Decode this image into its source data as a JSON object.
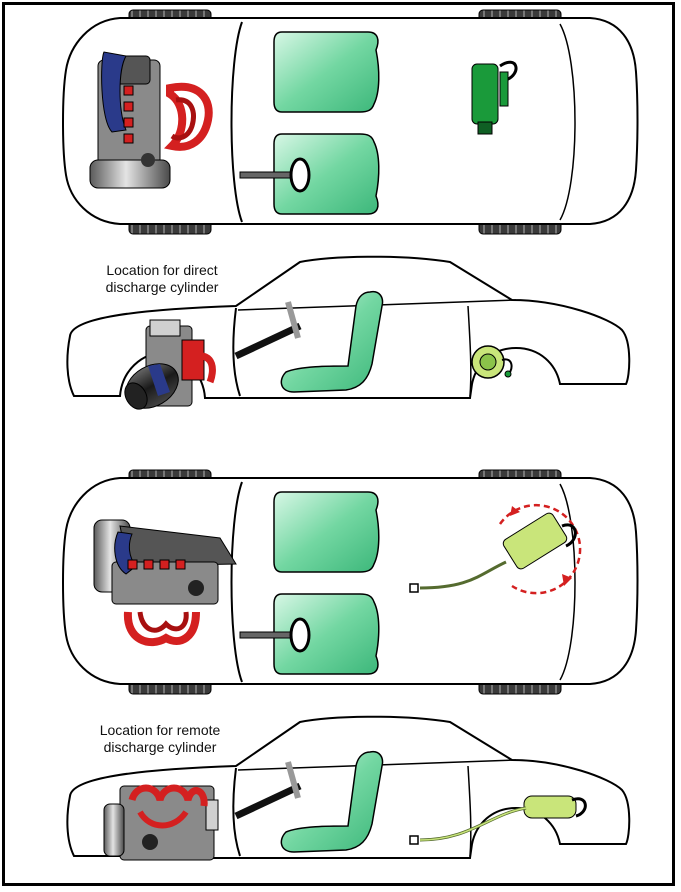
{
  "captions": {
    "direct_line1": "Location for direct",
    "direct_line2": "discharge cylinder",
    "remote_line1": "Location for remote",
    "remote_line2": "discharge cylinder"
  },
  "colors": {
    "outline": "#000000",
    "seat_green": "#5fcf95",
    "cylinder_green": "#1a9a3a",
    "remote_cylinder_green": "#c9e57a",
    "engine_red": "#d42020",
    "engine_gray": "#8a8a8a",
    "engine_blue": "#2a3a8a",
    "tire": "#333333",
    "rotation_arrow": "#d42020"
  }
}
